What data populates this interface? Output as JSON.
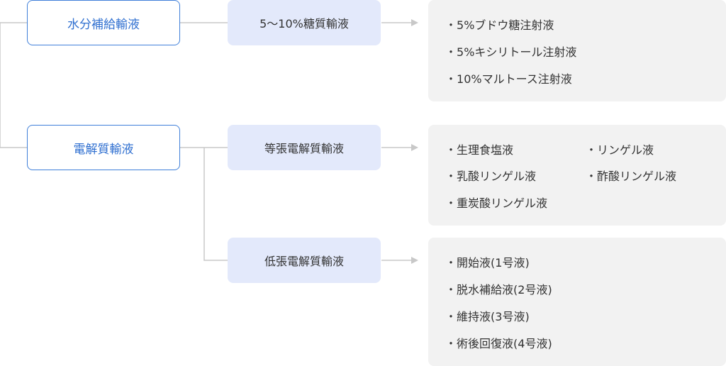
{
  "categories": [
    {
      "label": "水分補給輸液",
      "groups": [
        {
          "label": "5〜10%糖質輸液",
          "items": [
            "5%ブドウ糖注射液",
            "5%キシリトール注射液",
            "10%マルトース注射液"
          ]
        }
      ]
    },
    {
      "label": "電解質輸液",
      "groups": [
        {
          "label": "等張電解質輸液",
          "items": [
            "生理食塩液",
            "リンゲル液",
            "乳酸リンゲル液",
            "酢酸リンゲル液",
            "重炭酸リンゲル液"
          ]
        },
        {
          "label": "低張電解質輸液",
          "items": [
            "開始液(1号液)",
            "脱水補給液(2号液)",
            "維持液(3号液)",
            "術後回復液(4号液)"
          ]
        }
      ]
    }
  ],
  "colors": {
    "accent": "#3f7fd9",
    "sub_bg": "#e3e9fb",
    "list_bg": "#f2f2f2",
    "line": "#c8c8c8"
  }
}
